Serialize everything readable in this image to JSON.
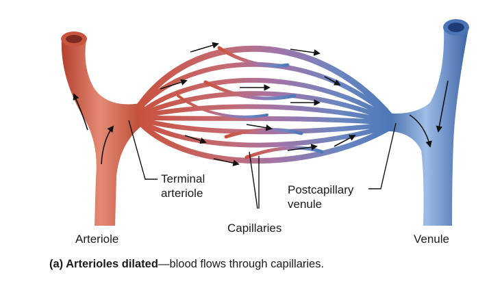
{
  "labels": {
    "arteriole": "Arteriole",
    "terminal_arteriole_line1": "Terminal",
    "terminal_arteriole_line2": "arteriole",
    "capillaries": "Capillaries",
    "postcapillary_line1": "Postcapillary",
    "postcapillary_line2": "venule",
    "venule": "Venule"
  },
  "caption": {
    "bold": "(a) Arterioles dilated",
    "rest": "—blood flows through capillaries."
  },
  "colors": {
    "arterial": "#c8533f",
    "arterial_light": "#e8907c",
    "venous": "#4f78b8",
    "venous_light": "#a9c3e6",
    "capillary_mid": "#9e6aa0"
  }
}
